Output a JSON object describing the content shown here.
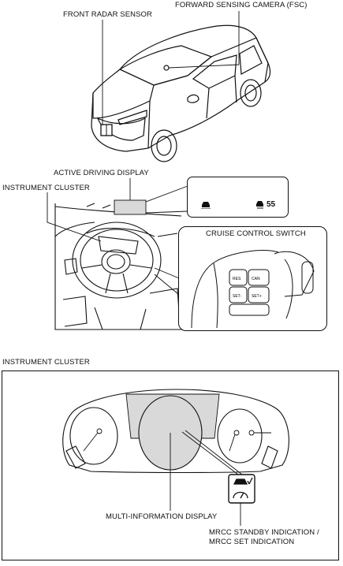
{
  "labels": {
    "front_radar_sensor": "FRONT RADAR SENSOR",
    "forward_camera": "FORWARD SENSING CAMERA (FSC)",
    "active_driving_display": "ACTIVE DRIVING DISPLAY",
    "instrument_cluster_top": "INSTRUMENT CLUSTER",
    "cruise_control_switch": "CRUISE CONTROL SWITCH",
    "instrument_cluster_section": "INSTRUMENT CLUSTER",
    "multi_information_display": "MULTI-INFORMATION DISPLAY",
    "mrcc_indication_line1": "MRCC STANDBY INDICATION /",
    "mrcc_indication_line2": "MRCC SET INDICATION"
  },
  "active_display_readout": {
    "speed": "55",
    "car_icon": "vehicle-ahead-icon",
    "speed_icon": "set-speed-icon"
  },
  "switch_buttons": [
    "CAN",
    "RES",
    "SET-",
    "SET+"
  ],
  "colors": {
    "display_fill": "#d9d9d9",
    "line": "#111111"
  }
}
